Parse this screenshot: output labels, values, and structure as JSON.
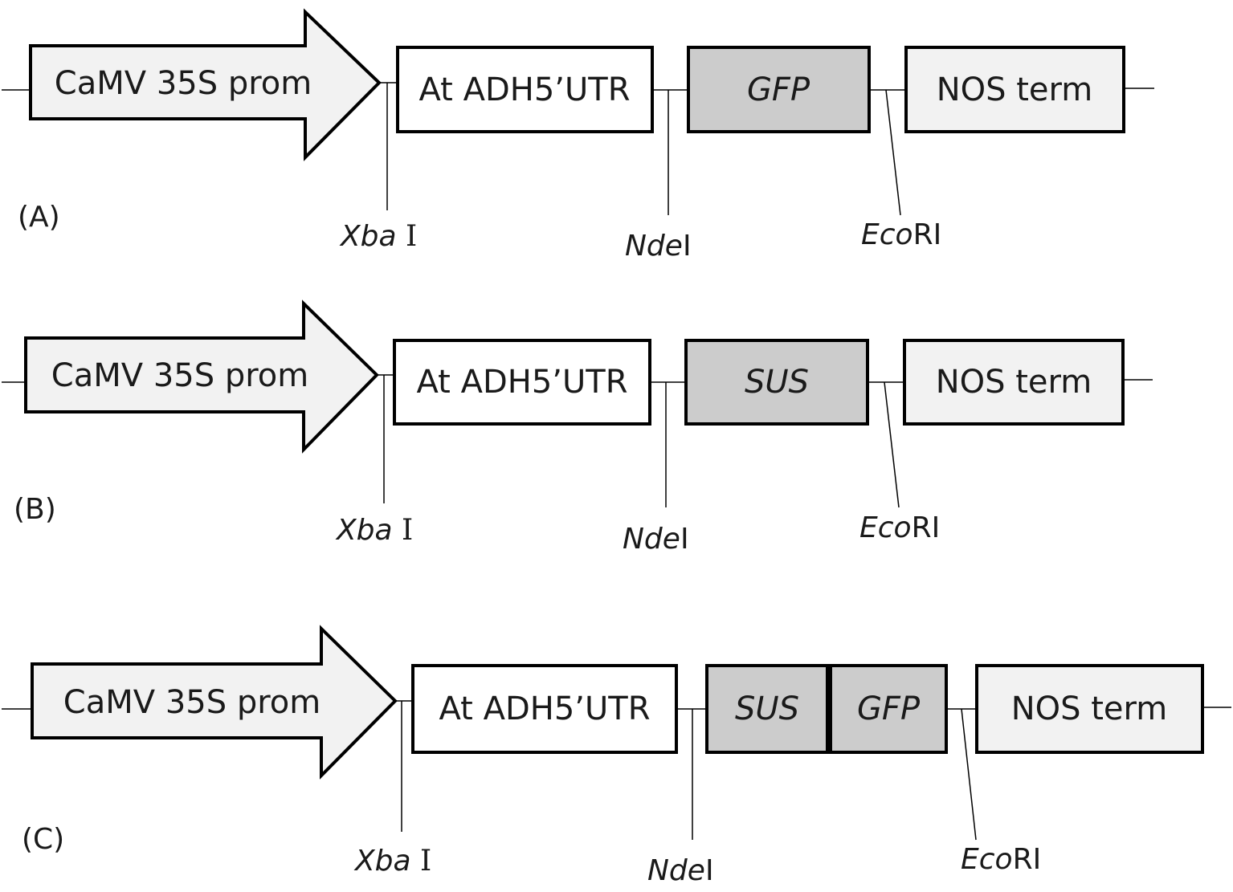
{
  "panels": [
    {
      "label": "(A)",
      "promoter": "CaMV 35S prom",
      "utr": "At ADH5’UTR",
      "genes": [
        "GFP"
      ],
      "terminator": "NOS term",
      "sites": [
        {
          "italic": "Xba",
          "roman": " I"
        },
        {
          "italic": "Nde",
          "roman": "I"
        },
        {
          "italic": "Eco",
          "roman": "RI"
        }
      ]
    },
    {
      "label": "(B)",
      "promoter": "CaMV 35S prom",
      "utr": "At ADH5’UTR",
      "genes": [
        "SUS"
      ],
      "terminator": "NOS term",
      "sites": [
        {
          "italic": "Xba",
          "roman": " I"
        },
        {
          "italic": "Nde",
          "roman": "I"
        },
        {
          "italic": "Eco",
          "roman": "RI"
        }
      ]
    },
    {
      "label": "(C)",
      "promoter": "CaMV 35S prom",
      "utr": "At ADH5’UTR",
      "genes": [
        "SUS",
        "GFP"
      ],
      "terminator": "NOS term",
      "sites": [
        {
          "italic": "Xba",
          "roman": " I"
        },
        {
          "italic": "Nde",
          "roman": "I"
        },
        {
          "italic": "Eco",
          "roman": "RI"
        }
      ]
    }
  ],
  "colors": {
    "promoter_fill": "#f2f2f2",
    "utr_fill": "#ffffff",
    "gene_fill": "#cccccc",
    "terminator_fill": "#f2f2f2"
  }
}
